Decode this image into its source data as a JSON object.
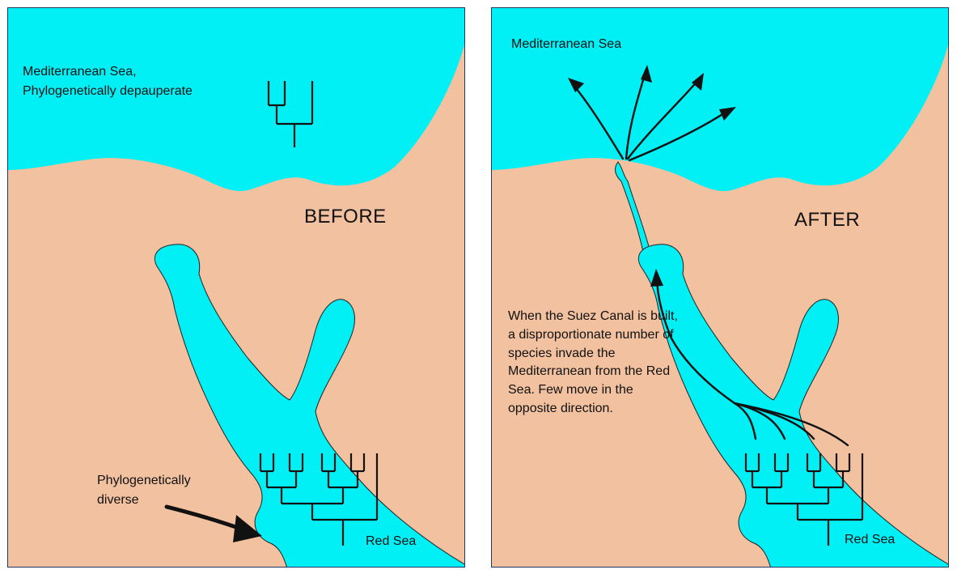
{
  "before": {
    "med_label_line1": "Mediterranean Sea,",
    "med_label_line2": "Phylogenetically depauperate",
    "stage_label": "BEFORE",
    "diverse_line1": "Phylogenetically",
    "diverse_line2": "diverse",
    "red_sea_label": "Red Sea"
  },
  "after": {
    "med_label": "Mediterranean Sea",
    "stage_label": "AFTER",
    "paragraph": "When the Suez Canal is built, a disproportionate number of species invade the Mediterranean from the Red Sea. Few move in the opposite direction.",
    "red_sea_label": "Red Sea"
  },
  "colors": {
    "sea": "#00f0f6",
    "land": "#f2c19f",
    "ink": "#111111",
    "border": "#1f3a68"
  }
}
